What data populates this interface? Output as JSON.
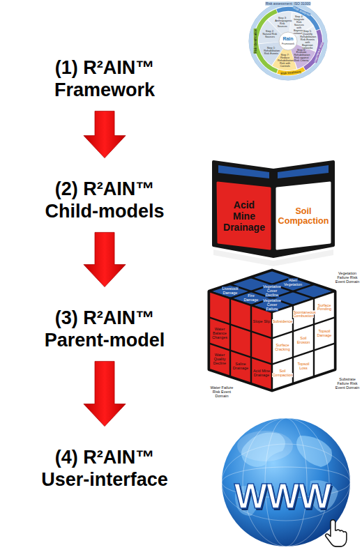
{
  "diagram": {
    "nodes": [
      {
        "text": [
          "(1) R²AIN™ Framework"
        ]
      },
      {
        "text": [
          "(2) R²AIN™ Child-models"
        ]
      },
      {
        "text": [
          "(3) R²AIN™ Parent-model"
        ]
      },
      {
        "text": [
          "(4) R²AIN™ User-interface"
        ]
      }
    ],
    "edges": [
      {
        "from": 0,
        "to": 1,
        "arrow": "to"
      },
      {
        "from": 1,
        "to": 2,
        "arrow": "to"
      },
      {
        "from": 2,
        "to": 3,
        "arrow": "to"
      }
    ],
    "labels": [
      "Risk assessment: ISO 31000",
      "Risk identification",
      "Risk analysis",
      "Risk evaluation",
      "Risk treatment",
      "Step 1: Rehabilitation Risk Events",
      "Step 2: Natural Risk Sources",
      "Step 3: Anthropogenic Risk Sources",
      "Step 4: Integrate Risk Sources with Bayesian networks",
      "Step 5: Quantify Rehabilitation Risk Events with Bayesian networks",
      "Step 6: Evaluate Rehabilitation Risk against Risk Criteria",
      "Step 7: Reduce Rehabilitation Risk with Controls",
      "Rain",
      "Framework",
      "Acid Mine Drainage",
      "Soil Compaction",
      "Vegetation Failure Risk Event Domain",
      "Livestock Damage",
      "Alien Vegetation",
      "Fire Damage",
      "Vegetative Cover Decline",
      "Vegetative Cover Failure",
      "Spontaneous Combustion",
      "Slope Slip",
      "Subsidence",
      "Surface Ponding",
      "Surface Cracking",
      "Water Balance Changes",
      "Soil Erosion",
      "Topsoil Damage",
      "Saline Drainage",
      "Topsoil Loss",
      "Water Quality Decline",
      "Acid Mine Drainage",
      "Soil Compaction",
      "Water Failure Risk Event Domain",
      "Substrate Failure Risk Event Domain",
      "WWW"
    ]
  }
}
